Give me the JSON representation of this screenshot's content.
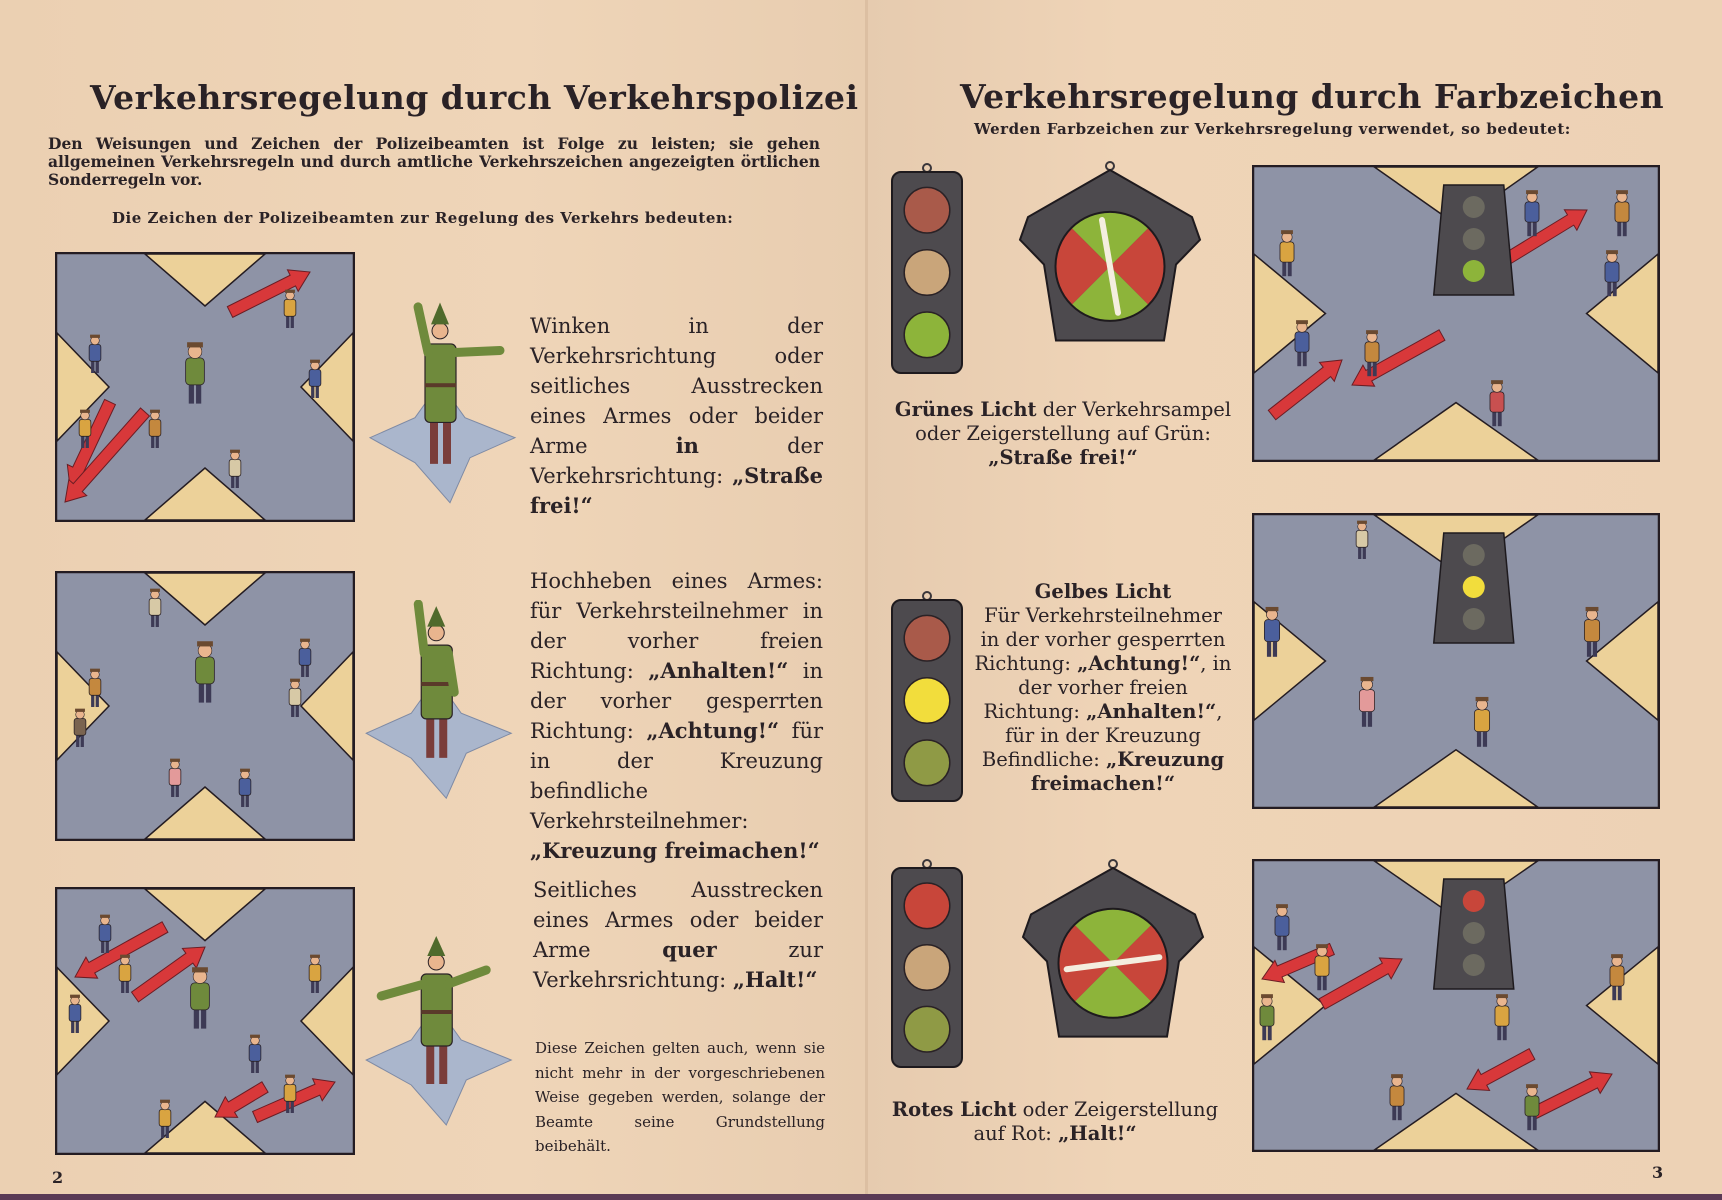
{
  "left_page": {
    "title": "Verkehrsregelung durch Verkehrspolizei",
    "intro": "Den Weisungen und Zeichen der Polizeibeamten ist Folge zu leisten; sie gehen allgemeinen Verkehrsregeln und durch amtliche Verkehrszeichen angezeigten örtlichen Sonderregeln vor.",
    "subheading": "Die Zeichen der Polizeibeamten zur Regelung des Verkehrs bedeuten:",
    "signals": [
      {
        "parts": [
          "Winken in der Verkehrsrichtung oder seitliches Ausstrecken eines Armes oder beider Arme ",
          "in",
          " der Verkehrsrichtung: ",
          "„Straße frei!“"
        ]
      },
      {
        "parts": [
          "Hochheben eines Armes: für Verkehrsteilnehmer in der vorher freien Richtung: ",
          "„Anhalten!“",
          " in der vorher gesperrten Richtung: ",
          "„Achtung!“",
          " für in der Kreuzung befindliche Verkehrsteilnehmer: ",
          "„Kreuzung freimachen!“"
        ]
      },
      {
        "parts": [
          "Seitliches Ausstrecken eines Armes oder beider Arme ",
          "quer",
          " zur Verkehrsrichtung: ",
          "„Halt!“"
        ]
      }
    ],
    "note": "Diese Zeichen gelten auch, wenn sie nicht mehr in der vorgeschriebenen Weise gegeben werden, solange der Beamte seine Grundstellung beibehält.",
    "page_number": "2"
  },
  "right_page": {
    "title": "Verkehrsregelung durch Farbzeichen",
    "subtitle": "Werden Farbzeichen zur Verkehrsregelung verwendet, so bedeutet:",
    "green": {
      "parts": [
        "Grünes Licht",
        " der Verkehrsampel oder Zeigerstellung auf Grün: ",
        "„Straße frei!“"
      ]
    },
    "yellow": {
      "heading": "Gelbes Licht",
      "parts": [
        "Für Verkehrsteilnehmer in der vorher gesperrten Richtung: ",
        "„Achtung!“",
        ", in der vorher freien Richtung: ",
        "„Anhalten!“",
        ", für in der Kreuzung Befindliche: ",
        "„Kreuzung freimachen!“"
      ]
    },
    "red": {
      "parts": [
        "Rotes Licht",
        " oder Zeigerstellung auf Rot: ",
        "„Halt!“"
      ]
    },
    "page_number": "3"
  },
  "colors": {
    "paper": "#eed3b6",
    "ink": "#2a2226",
    "road": "#8e93a6",
    "sidewalk": "#ecd199",
    "arrow": "#d8383a",
    "uniform": "#6f8a3c",
    "lamp_red": "#c8463a",
    "lamp_yellow": "#f2dd3c",
    "lamp_green": "#8db43a",
    "housing": "#4d4a4e"
  }
}
